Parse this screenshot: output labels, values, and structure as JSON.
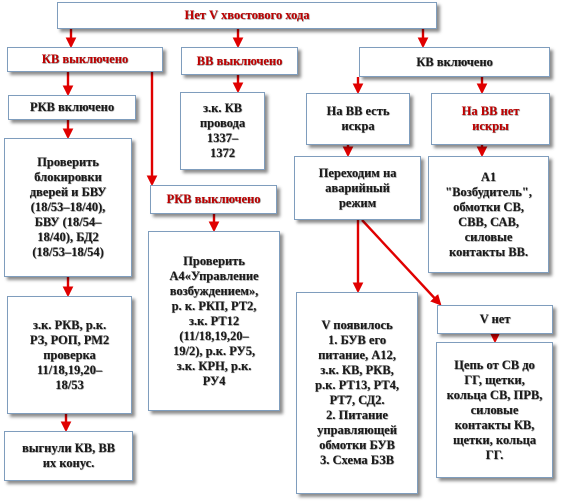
{
  "colors": {
    "accent": "#e00000",
    "border": "#7f9dbd",
    "text_red": "#c00000"
  },
  "nodes": {
    "top": "Нет V хвостового хода",
    "kv_off": "КВ выключено",
    "vv_off": "ВВ выключено",
    "kv_on": "КВ включено",
    "rkv_on": "РКВ включено",
    "check_doors": "Проверить\nблокировки\nдверей и БВУ\n(18/53–18/40),\nБВУ (18/54–\n18/40), БД2\n(18/53–18/54)",
    "zk_rkv": "з.к. РКВ, р.к.\nРЗ, РОП, РМ2\nпроверка\n11/18,19,20–\n18/53",
    "drive_out": "выгнули  КВ, ВВ\nих конус.",
    "zk_kv": "з.к. КВ\nпровода\n1337–\n1372",
    "rkv_off": "РКВ выключено",
    "check_a4": "Проверить\nА4«Управление\nвозбуждением»,\nр. к. РКП, РТ2,\nз.к. РТ12\n(11/18,19,20–\n19/2), р.к. РУ5,\nз.к. КРН, р.к.\nРУ4",
    "vv_spark": "На ВВ есть\nискра",
    "vv_no_spark": "На ВВ нет\nискры",
    "emergency": "Переходим на\nаварийный\nрежим",
    "a1_exciter": "А1\n\"Возбудитель\",\nобмотки СВ,\nСВВ, САВ,\nсиловые\nконтакты ВВ.",
    "v_present": "V появилось\n1. БУВ его\nпитание, А12,\nз.к. КВ, РКВ,\nр.к. РТ13, РТ4,\nРТ7, СД2.\n2. Питание\nуправляющей\nобмотки БУВ\n3. Схема БЗВ",
    "v_absent": "V нет",
    "chain_sv": "Цепь от СВ до\nГГ, щетки,\nкольца СВ, ПРВ,\nсиловые\nконтакты КВ,\nщетки, кольца\nГГ."
  }
}
